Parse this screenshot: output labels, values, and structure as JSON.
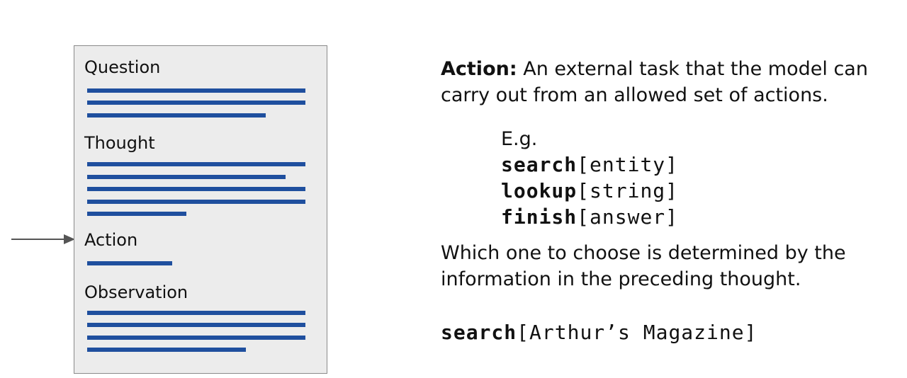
{
  "panel": {
    "sections": [
      {
        "label": "Question",
        "lines": 3
      },
      {
        "label": "Thought",
        "lines": 5
      },
      {
        "label": "Action",
        "lines": 1
      },
      {
        "label": "Observation",
        "lines": 4
      }
    ]
  },
  "definition": {
    "term": "Action:",
    "line1": " An external task that the model can",
    "line2": "carry out from an allowed set of actions."
  },
  "examples": {
    "intro": "E.g.",
    "items": [
      {
        "name": "search",
        "arg": "[entity]"
      },
      {
        "name": "lookup",
        "arg": "[string]"
      },
      {
        "name": "finish",
        "arg": "[answer]"
      }
    ]
  },
  "explanation": {
    "line1": "Which one to choose is determined by the",
    "line2": "information in the preceding thought."
  },
  "example_call": {
    "name": "search",
    "arg": "[Arthur’s Magazine]"
  },
  "colors": {
    "bar": "#1f4f9e",
    "panel_bg": "#ececec",
    "arrow": "#555555"
  }
}
